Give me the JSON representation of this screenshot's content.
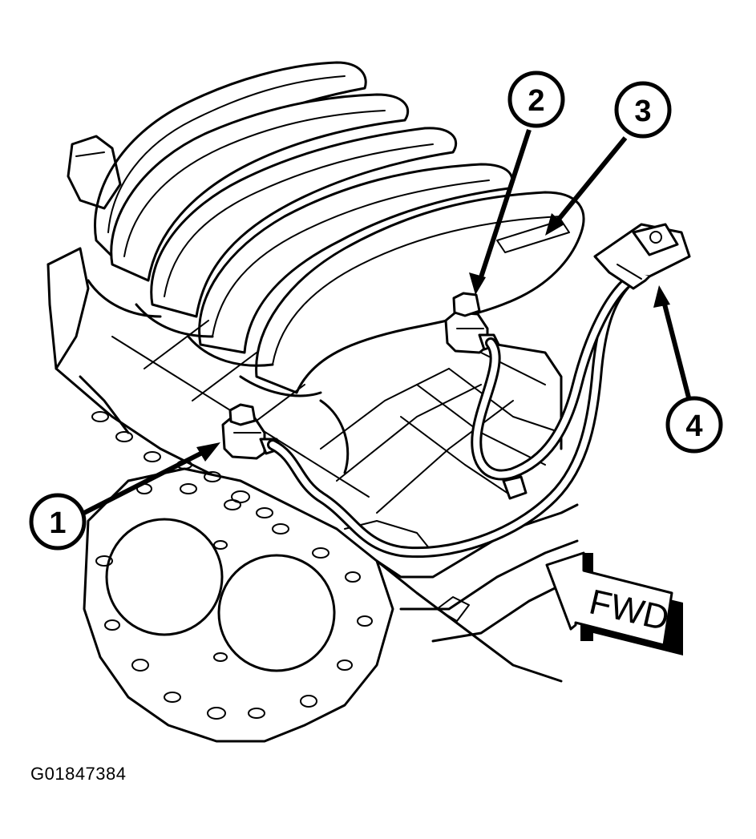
{
  "diagram": {
    "callouts": [
      {
        "label": "1"
      },
      {
        "label": "2"
      },
      {
        "label": "3"
      },
      {
        "label": "4"
      }
    ],
    "direction_label": "FWD",
    "figure_id": "G01847384"
  }
}
